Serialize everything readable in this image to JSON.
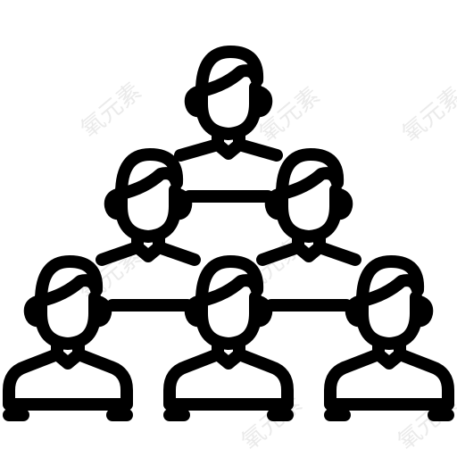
{
  "icon": {
    "name": "team-hierarchy-icon",
    "stroke_color": "#000000",
    "background_color": "#ffffff"
  },
  "people": [
    {
      "id": "top",
      "role": "leader"
    },
    {
      "id": "mid-left",
      "role": "member"
    },
    {
      "id": "mid-right",
      "role": "member"
    },
    {
      "id": "bottom-left",
      "role": "member"
    },
    {
      "id": "bottom-center",
      "role": "member"
    },
    {
      "id": "bottom-right",
      "role": "member"
    }
  ],
  "watermark": {
    "text": "氧元素"
  }
}
